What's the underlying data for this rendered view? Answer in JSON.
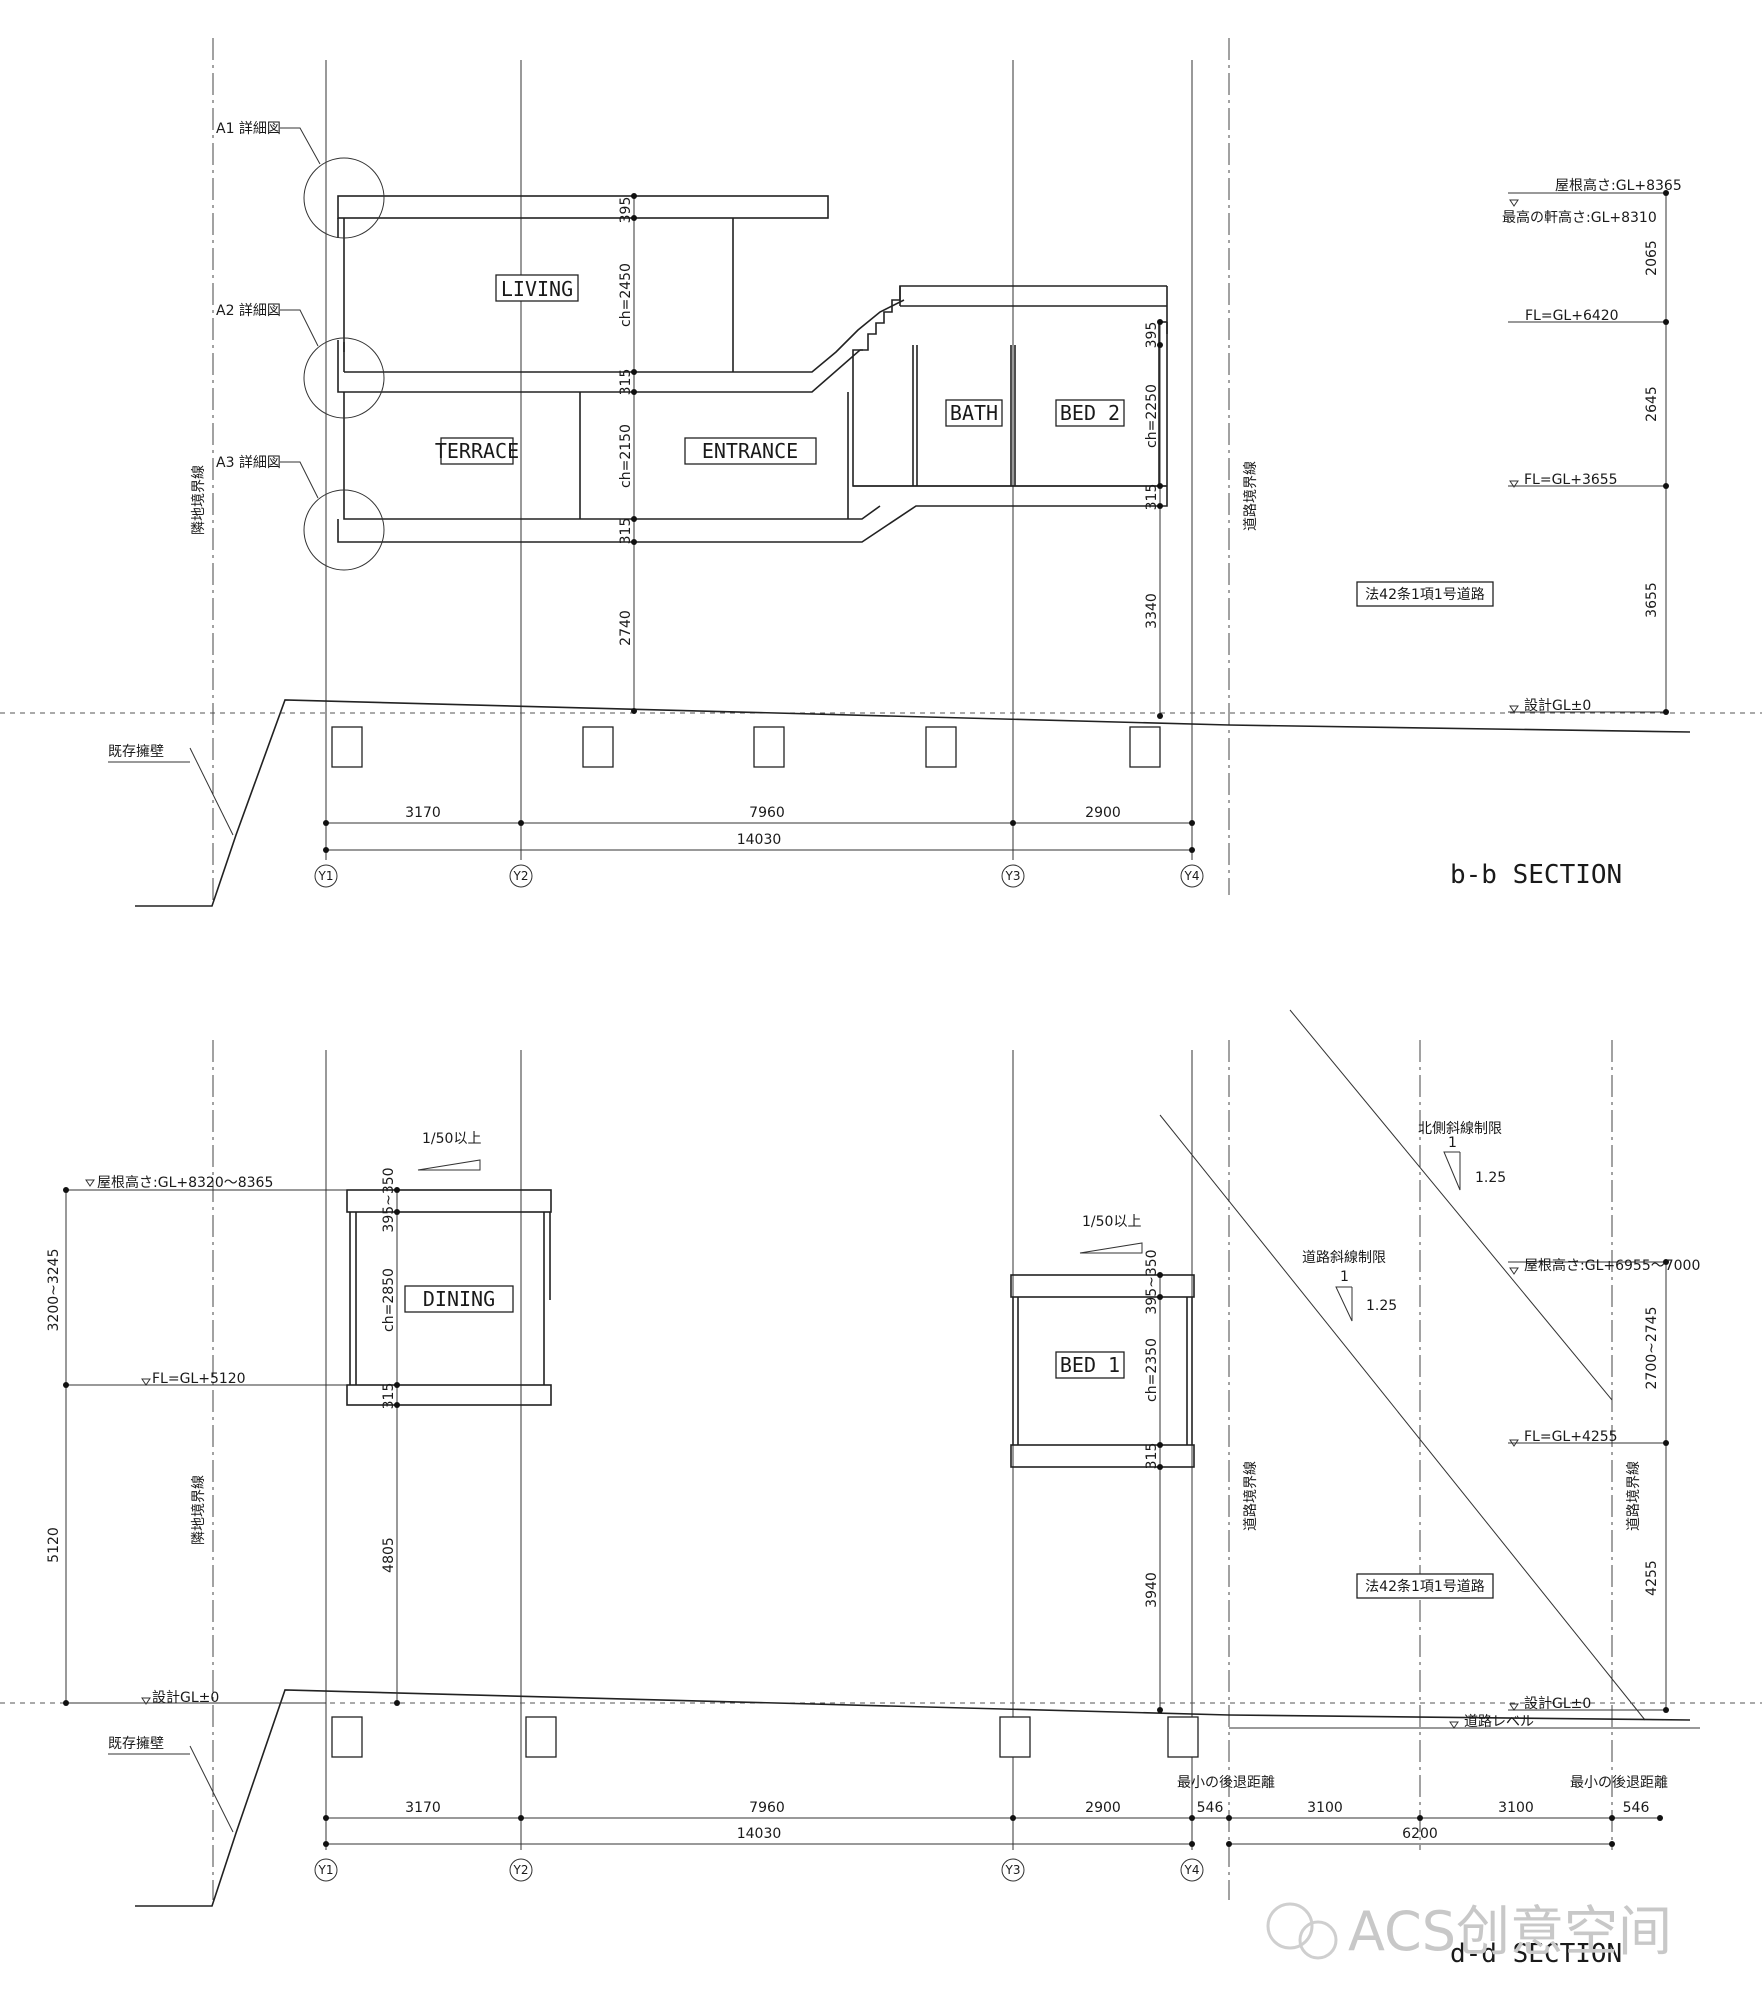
{
  "sections": [
    {
      "title": "b-b SECTION",
      "rooms": [
        "LIVING",
        "TERRACE",
        "ENTRANCE",
        "BATH",
        "BED 2"
      ],
      "detail_callouts": [
        "A1 詳細図",
        "A2 詳細図",
        "A3 詳細図"
      ],
      "boundary_labels": {
        "neighbor": "隣地境界線",
        "road": "道路境界線",
        "retaining_wall": "既存擁壁"
      },
      "road_label": "法42条1項1号道路",
      "levels": [
        "屋根高さ:GL+8365",
        "最高の軒高さ:GL+8310",
        "FL=GL+6420",
        "FL=GL+3655",
        "設計GL±0"
      ],
      "right_dims": [
        "2065",
        "2645",
        "3655"
      ],
      "vertical_dims": [
        "395",
        "ch=2450",
        "315",
        "ch=2150",
        "315",
        "2740",
        "395",
        "ch=2250",
        "315",
        "3340"
      ],
      "horizontal_dims": [
        "3170",
        "7960",
        "2900",
        "14030"
      ],
      "grid_labels": [
        "Y1",
        "Y2",
        "Y3",
        "Y4"
      ]
    },
    {
      "title": "d-d SECTION",
      "rooms": [
        "DINING",
        "BED 1"
      ],
      "boundary_labels": {
        "neighbor": "隣地境界線",
        "road_left": "道路境界線",
        "road_right": "道路境界線",
        "retaining_wall": "既存擁壁"
      },
      "road_label": "法42条1項1号道路",
      "slope_labels": [
        "1/50以上",
        "1/50以上"
      ],
      "setback_labels": {
        "north": "北側斜線制限",
        "road": "道路斜線制限",
        "ratio": "1.25",
        "one": "1"
      },
      "levels_left": [
        "屋根高さ:GL+8320～8365",
        "FL=GL+5120",
        "設計GL±0"
      ],
      "left_dims": [
        "3200~3245",
        "5120"
      ],
      "levels_right": [
        "屋根高さ:GL+6955～7000",
        "FL=GL+4255",
        "設計GL±0",
        "道路レベル"
      ],
      "right_dims": [
        "2700~2745",
        "4255"
      ],
      "vertical_dims": [
        "395~350",
        "ch=2850",
        "315",
        "4805",
        "395~350",
        "ch=2350",
        "315",
        "3940"
      ],
      "horizontal_dims": [
        "3170",
        "7960",
        "2900",
        "14030",
        "546",
        "3100",
        "3100",
        "546",
        "6200"
      ],
      "min_setback": "最小の後退距離",
      "grid_labels": [
        "Y1",
        "Y2",
        "Y3",
        "Y4"
      ]
    }
  ],
  "watermark": "ACS创意空间"
}
